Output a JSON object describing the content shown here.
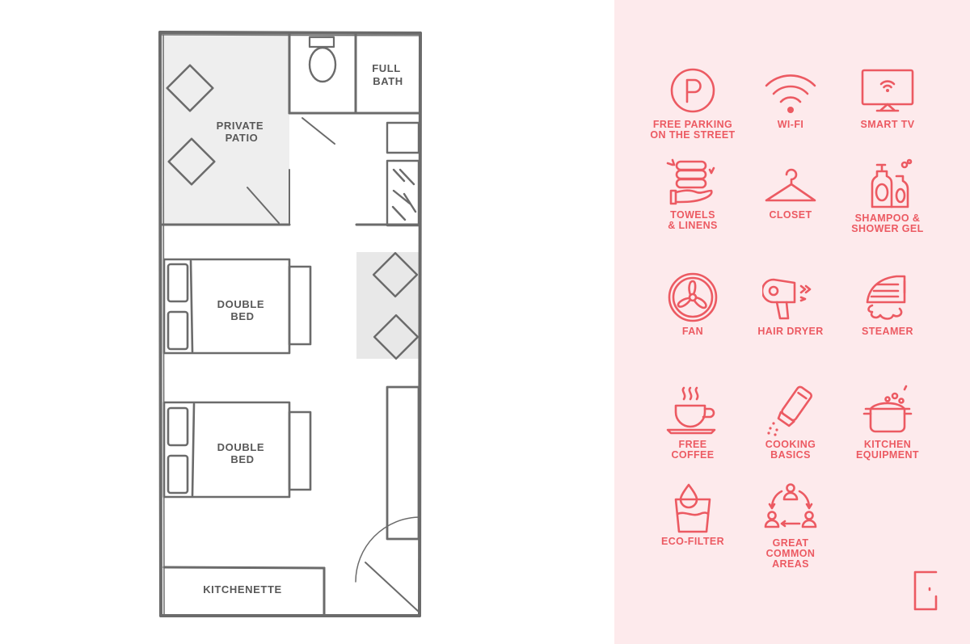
{
  "floor_plan": {
    "rooms": {
      "full_bath": "FULL\nBATH",
      "private_patio": "PRIVATE\nPATIO",
      "double_bed_1": "DOUBLE\nBED",
      "double_bed_2": "DOUBLE\nBED",
      "kitchenette": "KITCHENETTE"
    }
  },
  "amenities": [
    {
      "key": "parking",
      "icon": "parking-icon",
      "label": "FREE PARKING\nON THE STREET"
    },
    {
      "key": "wifi",
      "icon": "wifi-icon",
      "label": "WI-FI"
    },
    {
      "key": "tv",
      "icon": "smart-tv-icon",
      "label": "SMART TV"
    },
    {
      "key": "towels",
      "icon": "towels-icon",
      "label": "TOWELS\n& LINENS"
    },
    {
      "key": "closet",
      "icon": "hanger-icon",
      "label": "CLOSET"
    },
    {
      "key": "shampoo",
      "icon": "shampoo-bottles-icon",
      "label": "SHAMPOO &\nSHOWER GEL"
    },
    {
      "key": "fan",
      "icon": "fan-icon",
      "label": "FAN"
    },
    {
      "key": "hair_dryer",
      "icon": "hair-dryer-icon",
      "label": "HAIR DRYER"
    },
    {
      "key": "steamer",
      "icon": "steamer-icon",
      "label": "STEAMER"
    },
    {
      "key": "coffee",
      "icon": "coffee-cup-icon",
      "label": "FREE\nCOFFEE"
    },
    {
      "key": "cooking",
      "icon": "salt-shaker-icon",
      "label": "COOKING\nBASICS"
    },
    {
      "key": "kitchen",
      "icon": "cooking-pot-icon",
      "label": "KITCHEN\nEQUIPMENT"
    },
    {
      "key": "eco_filter",
      "icon": "water-glass-icon",
      "label": "ECO-FILTER"
    },
    {
      "key": "common_areas",
      "icon": "people-cycle-icon",
      "label": "GREAT\nCOMMON\nAREAS"
    }
  ],
  "colors": {
    "accent": "#ec5a62",
    "panel_bg": "#fdeaec",
    "wall": "#6b6b6b",
    "room_fill": "#eeeeee",
    "label": "#585858"
  }
}
